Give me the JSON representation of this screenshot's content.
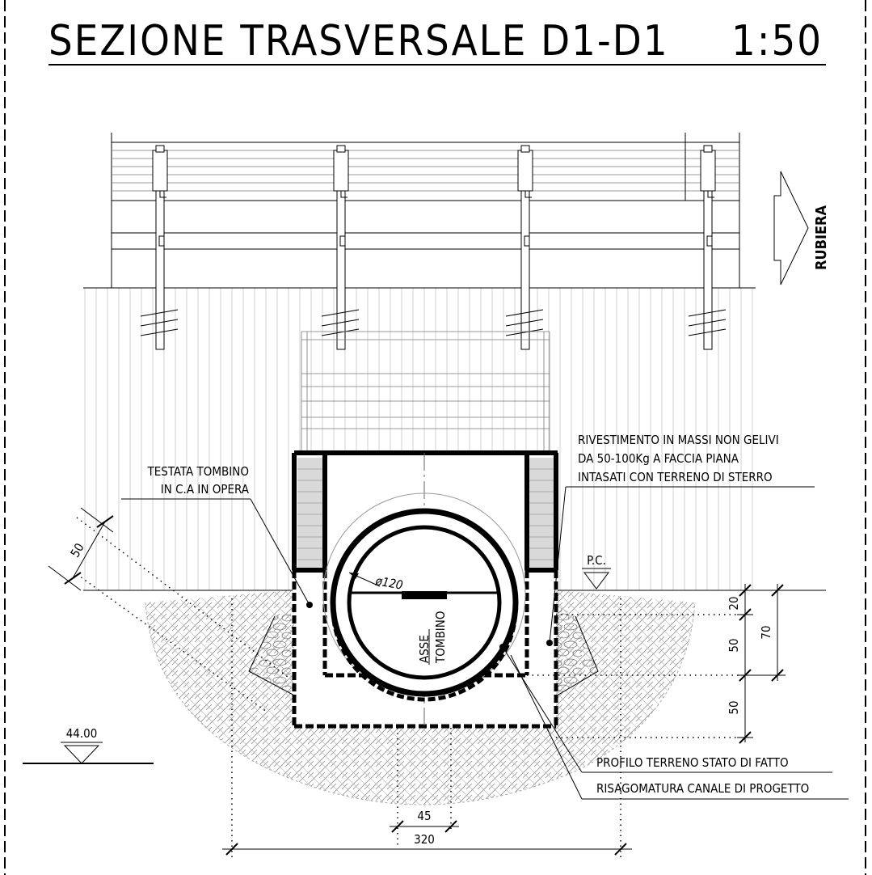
{
  "title": "SEZIONE TRASVERSALE D1-D1",
  "scale": "1:50",
  "direction_label": "RUBIERA",
  "annotations": {
    "testata_line1": "TESTATA TOMBINO",
    "testata_line2": "IN C.A IN OPERA",
    "rivestimento_line1": "RIVESTIMENTO IN MASSI NON GELIVI",
    "rivestimento_line2": "DA 50-100Kg A FACCIA PIANA",
    "rivestimento_line3": "INTASATI CON TERRENO DI STERRO",
    "pc_label": "P.C.",
    "diameter_label": "ø120",
    "axis_line1": "ASSE",
    "axis_line2": "TOMBINO",
    "profilo_label": "PROFILO TERRENO STATO DI FATTO",
    "risagomatura_label": "RISAGOMATURA CANALE DI PROGETTO",
    "elevation_label": "44.00"
  },
  "dimensions": {
    "slope_offset": "50",
    "right_top": "20",
    "right_mid": "50",
    "right_bottom": "50",
    "right_total": "70",
    "bottom_inner": "45",
    "bottom_total": "320"
  },
  "colors": {
    "ink": "#000000",
    "grey_fill": "#d9d9d9",
    "hatch": "#888888"
  }
}
